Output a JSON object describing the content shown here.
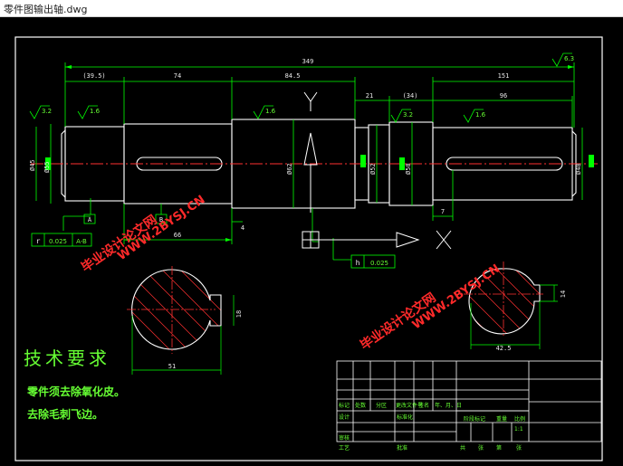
{
  "window": {
    "title": "零件图输出轴.dwg"
  },
  "dimensions": {
    "overall": "349",
    "d_39_5": "(39.5)",
    "d_74": "74",
    "d_84_5": "84.5",
    "d_21": "21",
    "d_34": "(34)",
    "d_151": "151",
    "d_96": "96",
    "d_66": "66",
    "d_4": "4",
    "d_7": "7",
    "dia_45": "Ø45",
    "dia_55": "Ø55",
    "dia_62": "Ø62",
    "dia_52": "Ø52",
    "dia_50": "Ø50",
    "dia_48": "Ø48",
    "sec_51": "51",
    "sec_18": "18",
    "sec_42_5": "42.5",
    "sec_14": "14"
  },
  "roughness": {
    "r16": "1.6",
    "r32": "3.2",
    "r63": "6.3"
  },
  "tolerances": {
    "runout": "0.025",
    "runout_ref": "A-B",
    "flatness": "0.025",
    "flat_symbol": "h",
    "runout_symbol": "r",
    "datum_a": "A",
    "datum_b": "B"
  },
  "section_marks": {
    "y": "Y"
  },
  "watermark": {
    "line1": "毕业设计论文网",
    "line2": "WWW.2BYSJ.CN"
  },
  "tech": {
    "title": "技术要求",
    "line1": "零件须去除氧化皮。",
    "line2": "去除毛刺飞边。"
  },
  "titleblock": {
    "c1": "标记",
    "c2": "处数",
    "c3": "分区",
    "c4": "更改文件号",
    "c5": "签名",
    "c6": "年、月、日",
    "design": "设计",
    "std": "标准化",
    "stage": "阶段标记",
    "weight": "重量",
    "scale": "比例",
    "check": "审核",
    "tech": "工艺",
    "approve": "批准",
    "scale_val": "1:1",
    "total": "共",
    "sheet": "张",
    "num": "第"
  },
  "colors": {
    "bg": "#000000",
    "outline": "#ffffff",
    "dim": "#00ff00",
    "center": "#ff3030",
    "hatch": "#ff3030",
    "watermark": "#ff2a2a",
    "text": "#66ff33"
  }
}
